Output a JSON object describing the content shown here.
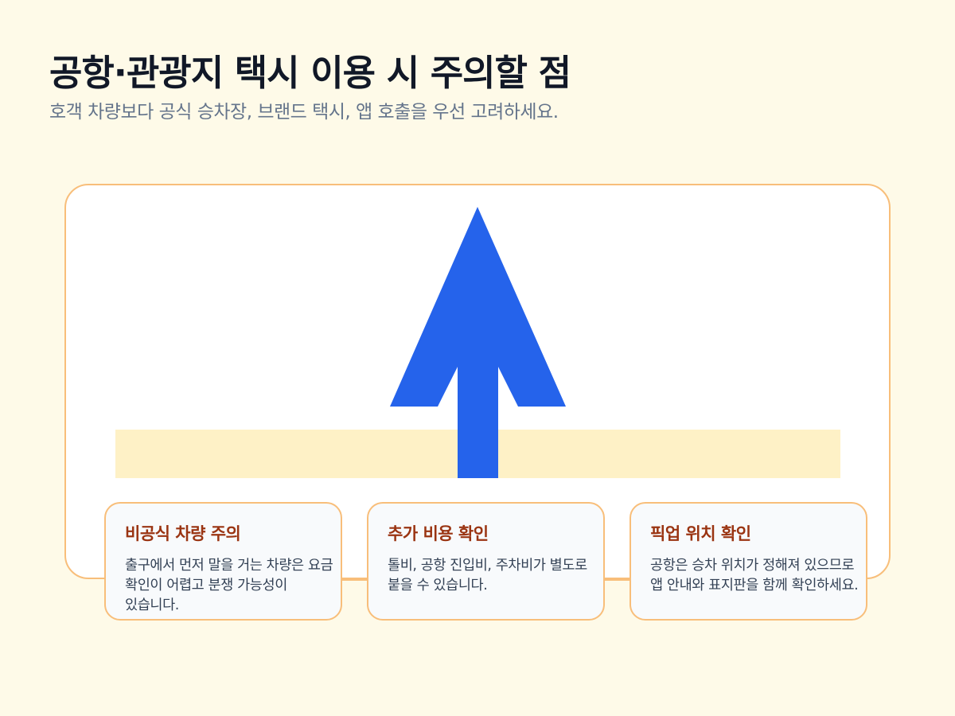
{
  "header": {
    "title": "공항·관광지 택시 이용 시 주의할 점",
    "subtitle": "호객 차량보다 공식 승차장, 브랜드 택시, 앱 호출을 우선 고려하세요."
  },
  "diagram": {
    "arrow_direction": "up",
    "arrow_icon": "up-arrow-icon"
  },
  "cards": [
    {
      "title": "비공식 차량 주의",
      "text": "출구에서 먼저 말을 거는 차량은 요금 확인이 어렵고 분쟁 가능성이 있습니다."
    },
    {
      "title": "추가 비용 확인",
      "text": "톨비, 공항 진입비, 주차비가 별도로 붙을 수 있습니다."
    },
    {
      "title": "픽업 위치 확인",
      "text": "공항은 승차 위치가 정해져 있으므로 앱 안내와 표지판을 함께 확인하세요."
    }
  ],
  "colors": {
    "background": "#FEFAE8",
    "accent_blue": "#2563EB",
    "border_orange": "#F8BE7A",
    "card_title": "#9A3412",
    "band": "#FEF1C6"
  }
}
